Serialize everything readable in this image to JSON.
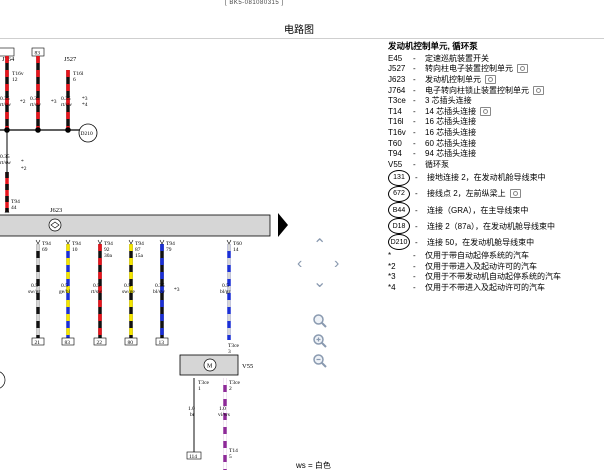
{
  "header": {
    "doc_code": "[ BK5-081080315 ]",
    "title": "电路图"
  },
  "diagram": {
    "top_components": [
      {
        "code": "J764",
        "sub": "T16v",
        "pin": "12"
      },
      {
        "code": "J527",
        "sub": "T16l",
        "pin": "6"
      }
    ],
    "top_ref_box": "83",
    "upper_wire_labels": [
      {
        "size": "0.35",
        "color": "rt/sw",
        "mark": "*2"
      },
      {
        "size": "0.35",
        "color": "rt/sw",
        "mark": "*3"
      },
      {
        "size": "0.35",
        "color": "rt/sw",
        "mark": "*3"
      },
      {
        "size": "0.35",
        "color": "rt/sw",
        "mark": "*4"
      }
    ],
    "splice": "D210",
    "left_wire": {
      "size": "0.35",
      "color": "rt/sw",
      "mark": "*",
      "mark2": "*2"
    },
    "t94_top": {
      "code": "T94",
      "pin": "44"
    },
    "j623_label": "J623",
    "pins": [
      {
        "code": "T94",
        "pin": "69",
        "size": "0.5",
        "color": "sw/gr",
        "ref": "21"
      },
      {
        "code": "T94",
        "pin": "10",
        "size": "0.5",
        "color": "ge/bl",
        "ref": "83"
      },
      {
        "code": "T94",
        "pin": "92",
        "pin2": "30a",
        "size": "0.5",
        "color": "rt/sw",
        "ref": "22"
      },
      {
        "code": "T94",
        "pin": "87",
        "pin2": "15a",
        "size": "0.5",
        "color": "sw/ge",
        "ref": "80"
      },
      {
        "code": "T94",
        "pin": "79",
        "size": "0.35",
        "color": "bl/sw",
        "mark": "*3",
        "ref": "13"
      },
      {
        "code": "T60",
        "pin": "14",
        "size": "0.5",
        "color": "bl/gr",
        "ref": ""
      }
    ],
    "t3ce_mid": {
      "code": "T3ce",
      "pin": "3"
    },
    "pump": {
      "code": "V55"
    },
    "bottom_wires": [
      {
        "code": "T3ce",
        "pin": "1",
        "size": "1.0",
        "color": "br",
        "ref": "114"
      },
      {
        "code": "T3ce",
        "pin": "2",
        "size": "1.0",
        "color": "vi/ws",
        "t14": "T14",
        "t14pin": "5"
      }
    ]
  },
  "legend": {
    "title": "发动机控制单元, 循环泵",
    "entries": [
      {
        "code": "E45",
        "text": "定速巡航装置开关",
        "cam": false
      },
      {
        "code": "J527",
        "text": "转向柱电子装置控制单元",
        "cam": true
      },
      {
        "code": "J623",
        "text": "发动机控制单元",
        "cam": true
      },
      {
        "code": "J764",
        "text": "电子转向柱锁止装置控制单元",
        "cam": true
      },
      {
        "code": "T3ce",
        "text": "3 芯插头连接",
        "cam": false
      },
      {
        "code": "T14",
        "text": "14 芯插头连接",
        "cam": true
      },
      {
        "code": "T16l",
        "text": "16 芯插头连接",
        "cam": false
      },
      {
        "code": "T16v",
        "text": "16 芯插头连接",
        "cam": false
      },
      {
        "code": "T60",
        "text": "60 芯插头连接",
        "cam": false
      },
      {
        "code": "T94",
        "text": "94 芯插头连接",
        "cam": false
      },
      {
        "code": "V55",
        "text": "循环泵",
        "cam": false
      }
    ],
    "circle_entries": [
      {
        "code": "131",
        "text": "接地连接 2，在发动机舱导线束中",
        "cam": false
      },
      {
        "code": "672",
        "text": "接线点 2，左前纵梁上",
        "cam": true
      },
      {
        "code": "B44",
        "text": "连接（GRA），在主导线束中",
        "cam": false
      },
      {
        "code": "D18",
        "text": "连接 2（87a），在发动机舱导线束中",
        "cam": false
      },
      {
        "code": "D210",
        "text": "连接 50，在发动机舱导线束中",
        "cam": false
      }
    ],
    "notes": [
      {
        "code": "*",
        "text": "仅用于带自动起停系统的汽车"
      },
      {
        "code": "*2",
        "text": "仅用于带进入及起动许可的汽车"
      },
      {
        "code": "*3",
        "text": "仅用于不带发动机自动起停系统的汽车"
      },
      {
        "code": "*4",
        "text": "仅用于不带进入及起动许可的汽车"
      }
    ]
  },
  "color_key": "ws = 白色",
  "colors": {
    "black": "#111111",
    "red": "#e8141c",
    "yellow": "#f5e600",
    "blue": "#1a2fd6",
    "violet": "#8e2a98",
    "white": "#ffffff",
    "gray": "#d6d6d6",
    "nav": "#8a9ab0"
  }
}
